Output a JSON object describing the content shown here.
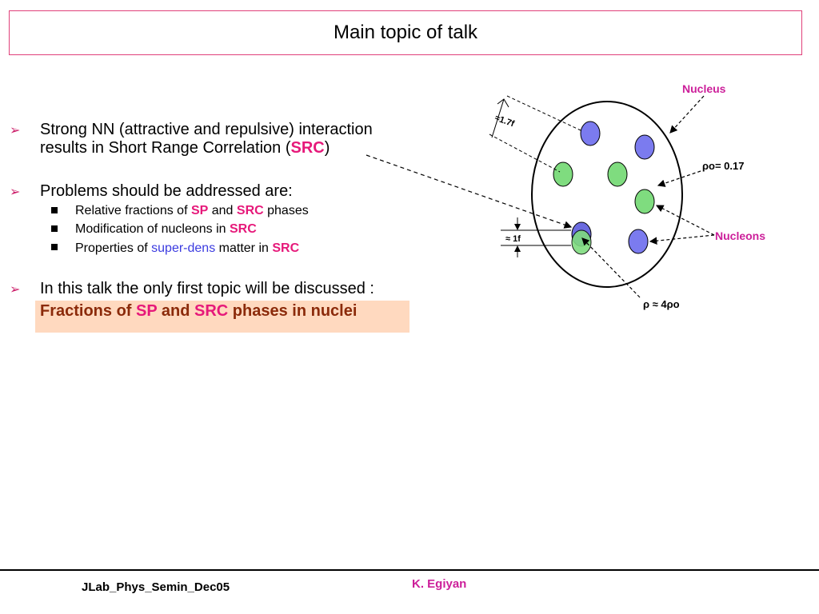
{
  "title": "Main topic of talk",
  "bullets": {
    "b1": {
      "line1": "Strong NN (attractive and repulsive) interaction",
      "line2_pre": "results in Short Range Correlation (",
      "line2_src": "SRC",
      "line2_post": ")"
    },
    "b2": {
      "text": "Problems should be addressed are:",
      "sub1": {
        "pre": "Relative fractions of ",
        "sp": "SP",
        "mid": " and ",
        "src": "SRC",
        "post": " phases"
      },
      "sub2": {
        "pre": "Modification of nucleons  in ",
        "src": "SRC"
      },
      "sub3": {
        "pre": "Properties of  ",
        "dens": "super-dens",
        "mid": " matter in ",
        "src": "SRC"
      }
    },
    "b3": {
      "text": "In this talk the only first topic will be discussed :",
      "hl_pre": "Fractions of ",
      "hl_sp": "SP",
      "hl_mid": " and ",
      "hl_src": "SRC",
      "hl_post": " phases in nuclei"
    }
  },
  "diagram": {
    "nucleus_label": "Nucleus",
    "nucleons_label": "Nucleons",
    "rho0_label": "ρo= 0.17",
    "rho_label": "ρ ≈ 4ρo",
    "dist17_label": "≈1.7f",
    "dist1_label": "≈ 1f",
    "colors": {
      "blue": "#7b7bef",
      "green": "#7fdc7f",
      "pink": "#cc1f9a"
    }
  },
  "footer": {
    "left": "JLab_Phys_Semin_Dec05",
    "center": "K. Egiyan"
  }
}
